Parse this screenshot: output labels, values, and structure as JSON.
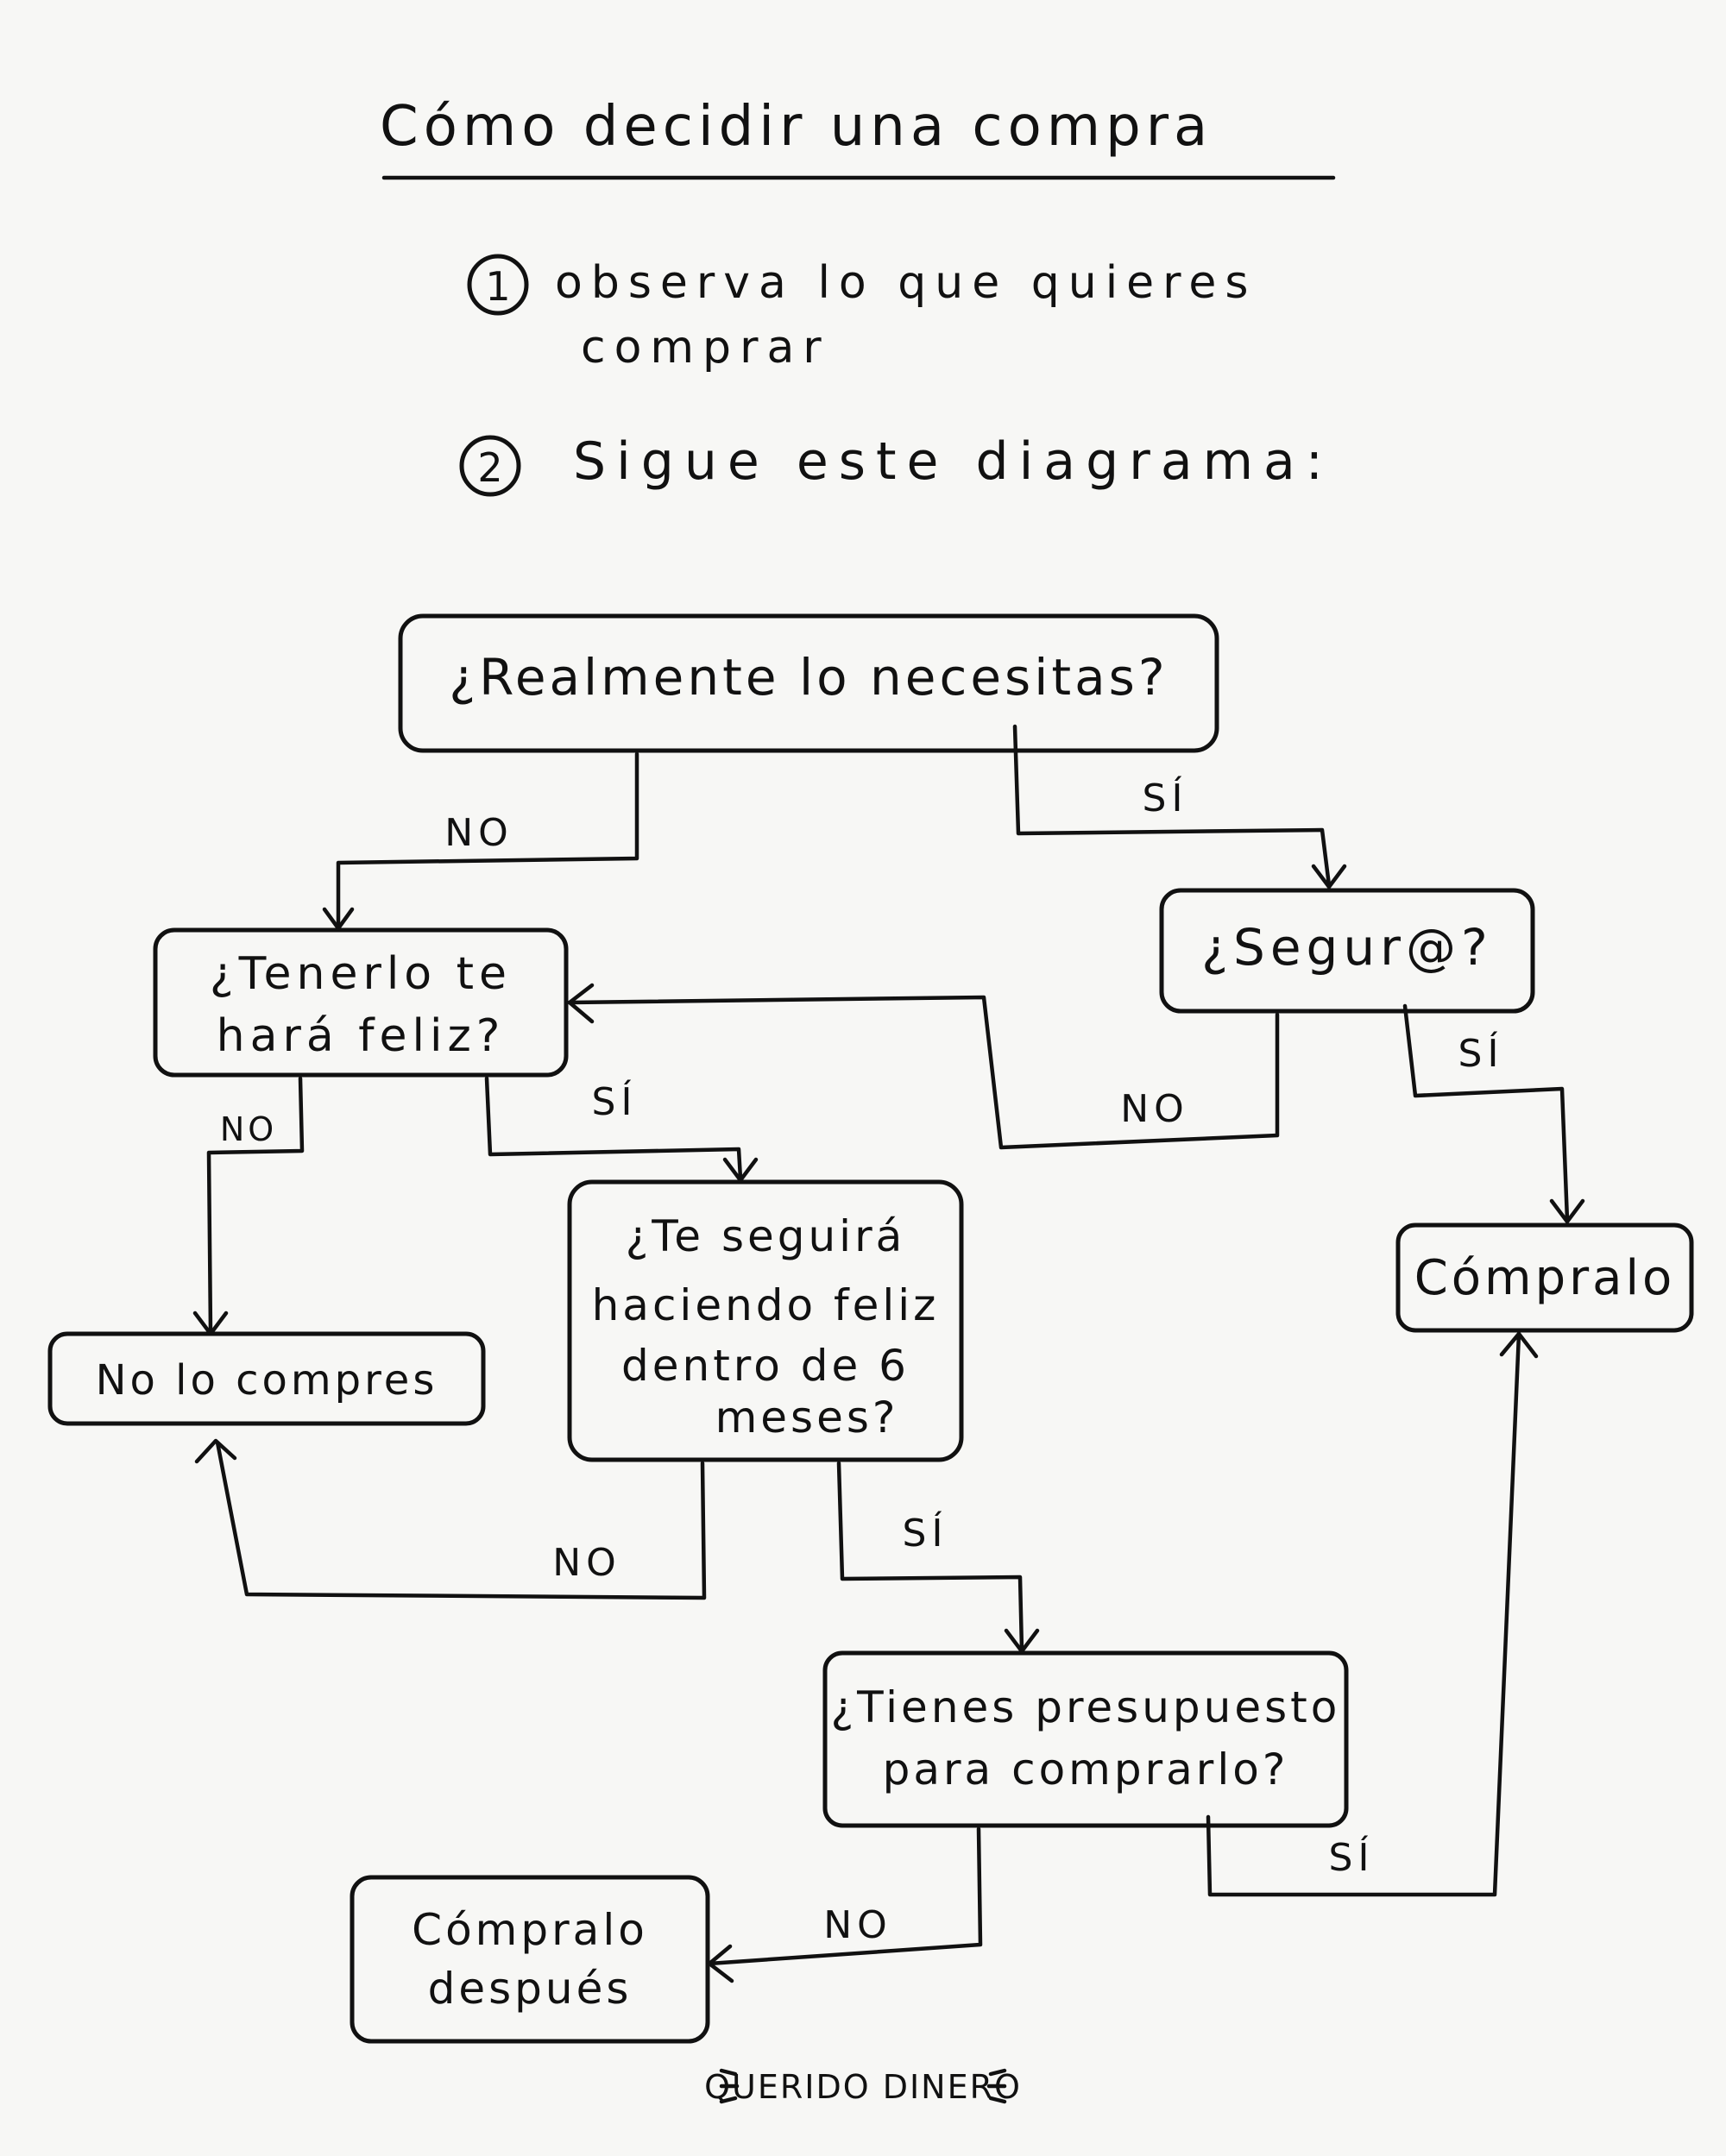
{
  "title": "Cómo decidir una compra",
  "steps": [
    {
      "number": "1",
      "text_line1": "observa lo que quieres",
      "text_line2": "comprar"
    },
    {
      "number": "2",
      "text_line1": "Sigue este diagrama:"
    }
  ],
  "nodes": {
    "q_necesitas": {
      "line1": "¿Realmente lo necesitas?"
    },
    "q_seguro": {
      "line1": "¿Segur@?"
    },
    "q_feliz": {
      "line1": "¿Tenerlo te",
      "line2": "hará feliz?"
    },
    "q_seis_meses": {
      "line1": "¿Te seguirá",
      "line2": "haciendo feliz",
      "line3": "dentro de 6",
      "line4": "meses?"
    },
    "q_presupuesto": {
      "line1": "¿Tienes presupuesto",
      "line2": "para comprarlo?"
    },
    "r_no_compres": {
      "line1": "No lo compres"
    },
    "r_compralo": {
      "line1": "Cómpralo"
    },
    "r_despues": {
      "line1": "Cómpralo",
      "line2": "después"
    }
  },
  "edge_labels": {
    "necesitas_no": "NO",
    "necesitas_si": "SÍ",
    "seguro_no": "NO",
    "seguro_si": "SÍ",
    "feliz_no": "NO",
    "feliz_si": "SÍ",
    "seis_no": "NO",
    "seis_si": "SÍ",
    "presupuesto_no": "NO",
    "presupuesto_si": "SÍ"
  },
  "brand": "QUERIDO DINERO"
}
